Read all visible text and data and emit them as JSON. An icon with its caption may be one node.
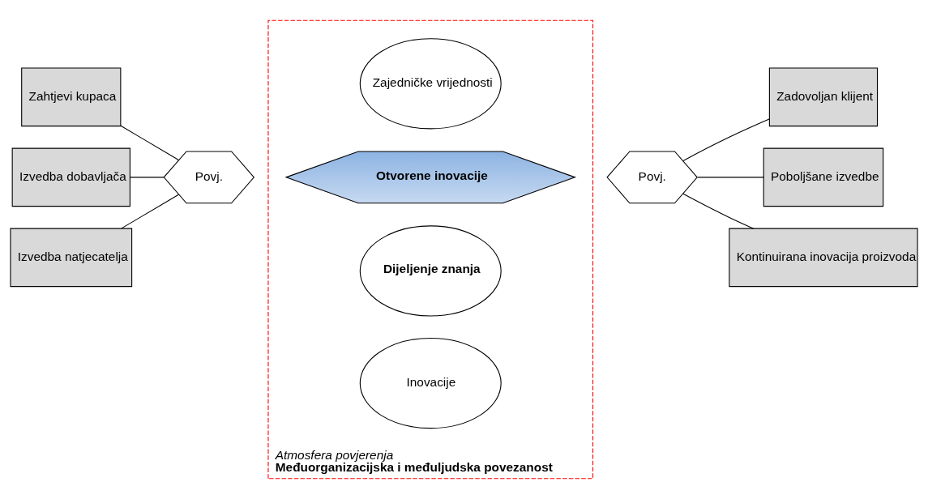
{
  "diagram": {
    "nodes": [
      {
        "text": [
          "Zahtjevi kupaca"
        ]
      },
      {
        "text": [
          "Izvedba dobavljača"
        ]
      },
      {
        "text": [
          "Izvedba natjecatelja"
        ]
      },
      {
        "text": [
          "Atmosfera povjerenja",
          "Međuorganizacijska i međuljudska povezanost"
        ]
      },
      {
        "text": [
          "Zajedničke vrijednosti"
        ],
        "in": 3
      },
      {
        "text": [
          "Otvorene inovacije"
        ],
        "in": 3
      },
      {
        "text": [
          "Dijeljenje znanja"
        ],
        "in": 3
      },
      {
        "text": [
          "Inovacije"
        ],
        "in": 3
      },
      {
        "text": [
          "Povj."
        ]
      },
      {
        "text": [
          "Povj."
        ]
      },
      {
        "text": [
          "Zadovoljan klijent"
        ]
      },
      {
        "text": [
          "Poboljšane izvedbe"
        ]
      },
      {
        "text": [
          "Kontinuirana inovacija proizvoda"
        ]
      }
    ],
    "edges": [
      {
        "from": 0,
        "to": 8,
        "arrow": "none"
      },
      {
        "from": 1,
        "to": 8,
        "arrow": "none"
      },
      {
        "from": 2,
        "to": 8,
        "arrow": "none"
      },
      {
        "from": 9,
        "to": 10,
        "arrow": "none"
      },
      {
        "from": 9,
        "to": 11,
        "arrow": "none"
      },
      {
        "from": 9,
        "to": 12,
        "arrow": "none"
      }
    ]
  }
}
